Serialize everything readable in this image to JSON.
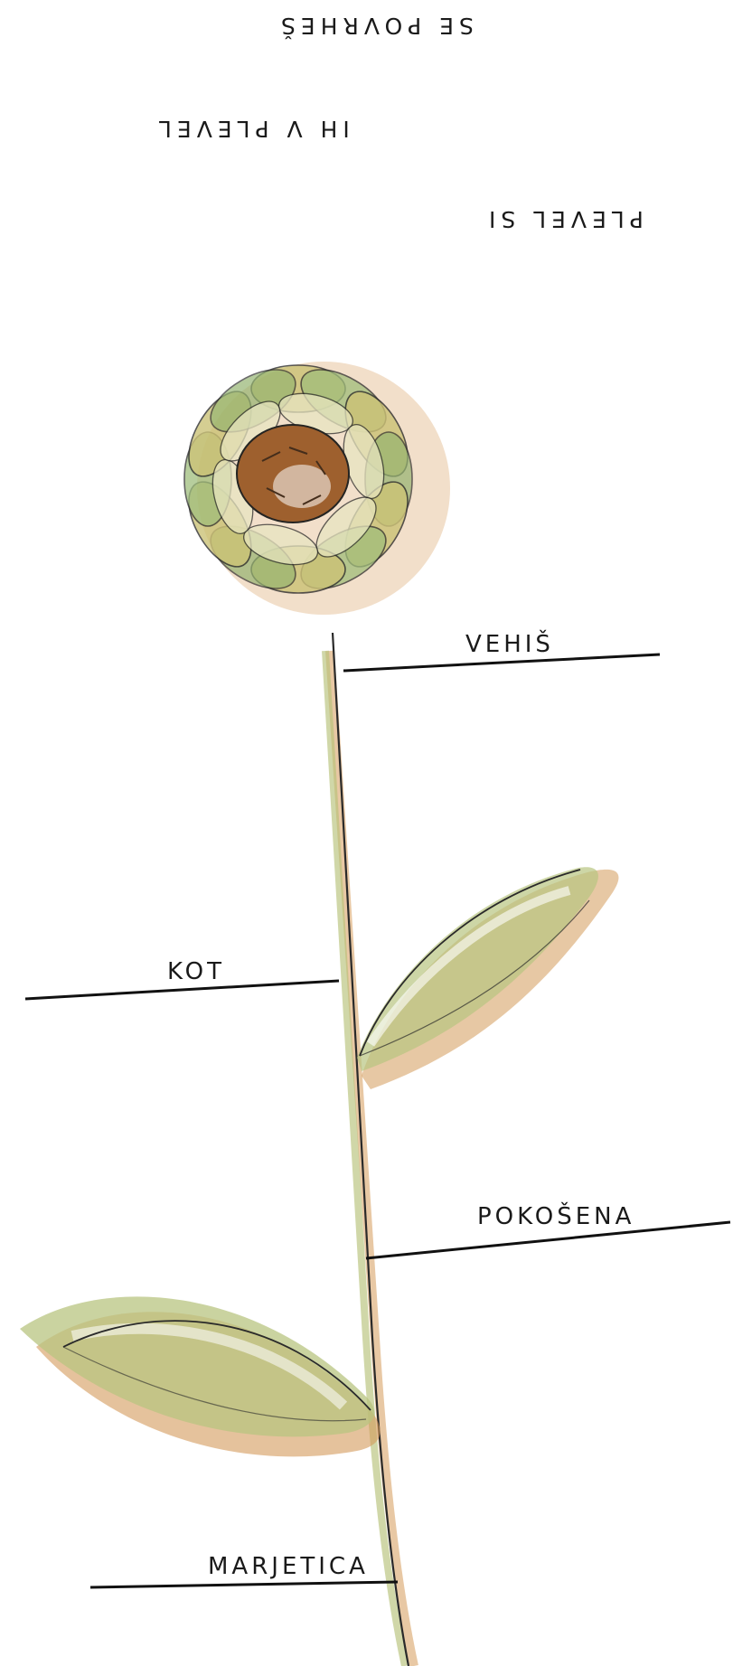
{
  "upside_down_text": {
    "line1": "PLEVEL SI",
    "line2": "IH V PLEVEL",
    "line3": "SE POVRHEŠ"
  },
  "labels": {
    "top": "VEHIŠ",
    "left": "KOT",
    "middle": "POKOŠENA",
    "bottom": "MARJETICA"
  },
  "colors": {
    "petal_green": "#8fb06a",
    "petal_yellow": "#c9c070",
    "petal_orange": "#d39a5a",
    "center_brown": "#9a5a26",
    "ink": "#1a1a1a"
  }
}
